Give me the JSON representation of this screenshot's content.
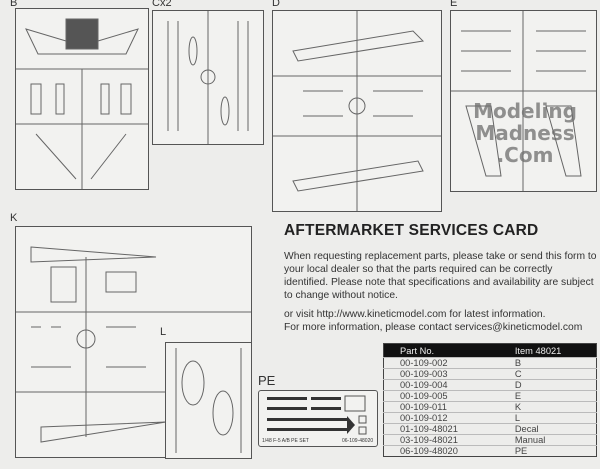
{
  "sprues": {
    "b": "B",
    "c": "Cx2",
    "d": "D",
    "e": "E",
    "k": "K",
    "l": "L",
    "pe": "PE"
  },
  "pe_fret": {
    "label": "1/48 F-5 A/B PE SET",
    "code": "06-109-48020"
  },
  "card": {
    "title": "AFTERMARKET SERVICES CARD",
    "paragraph1": "When requesting replacement parts, please take or send  this form to your local dealer so that the parts required can be correctly identified. Please note that specifications and availability are subject to change without notice.",
    "paragraph2_line1": "or visit http://www.kineticmodel.com for latest information.",
    "paragraph2_line2": "For more information, please contact services@kineticmodel.com"
  },
  "parts_table": {
    "headers": [
      "Part No.",
      "Item 48021"
    ],
    "rows": [
      [
        "00-109-002",
        "B"
      ],
      [
        "00-109-003",
        "C"
      ],
      [
        "00-109-004",
        "D"
      ],
      [
        "00-109-005",
        "E"
      ],
      [
        "00-109-011",
        "K"
      ],
      [
        "00-109-012",
        "L"
      ],
      [
        "01-109-48021",
        "Decal"
      ],
      [
        "03-109-48021",
        "Manual"
      ],
      [
        "06-109-48020",
        "PE"
      ]
    ]
  },
  "watermark": [
    "Modeling",
    "Madness",
    ".Com"
  ]
}
